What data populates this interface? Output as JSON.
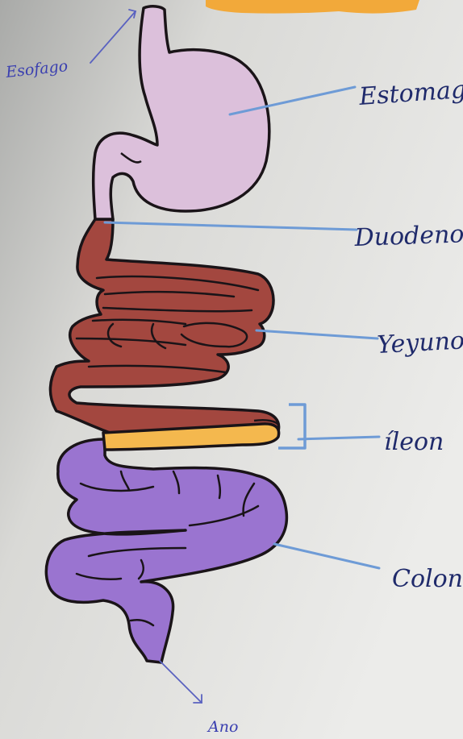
{
  "labels": {
    "esofago": "Esofago",
    "estomago": "Estomago",
    "duodeno": "Duodeno.",
    "yeyuno": "Yeyuno",
    "ileon": "íleon",
    "colon": "Colon.",
    "ano": "Ano"
  },
  "colors": {
    "paper": "#ecebe7",
    "stomach": "#dcc0db",
    "small_intestine": "#a3473f",
    "ileum": "#f4b84e",
    "colon": "#9a74d0",
    "outline": "#1a1418",
    "leader_line": "#6e9bd6",
    "title_strip": "#f2a93a"
  }
}
